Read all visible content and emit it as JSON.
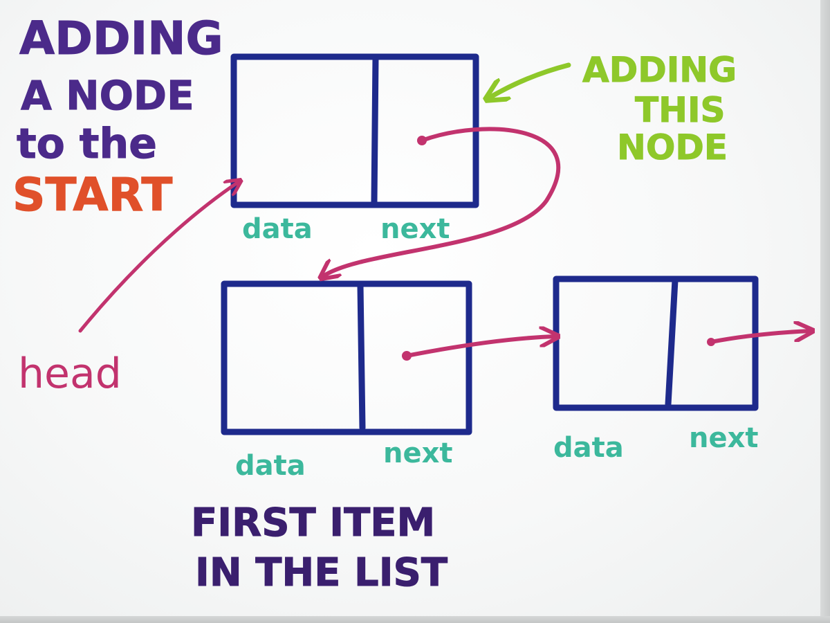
{
  "title": {
    "line1": "ADDING",
    "line2": "A NODE",
    "line3": "to the",
    "line4": "START"
  },
  "annotation_new_node": {
    "line1": "ADDING",
    "line2": "THIS",
    "line3": "NODE"
  },
  "head_label": "head",
  "field_labels": {
    "new_node": {
      "data": "data",
      "next": "next"
    },
    "first_node": {
      "data": "data",
      "next": "next"
    },
    "second_node": {
      "data": "data",
      "next": "next"
    }
  },
  "first_item_caption": {
    "line1": "FIRST ITEM",
    "line2": "IN THE LIST"
  },
  "colors": {
    "title": "#4b2a8a",
    "start": "#e0502a",
    "annotation": "#8ec82a",
    "node_outline": "#1e2a8c",
    "field_label": "#3cb89c",
    "pointer": "#c2336e",
    "caption": "#3a1f6e"
  }
}
